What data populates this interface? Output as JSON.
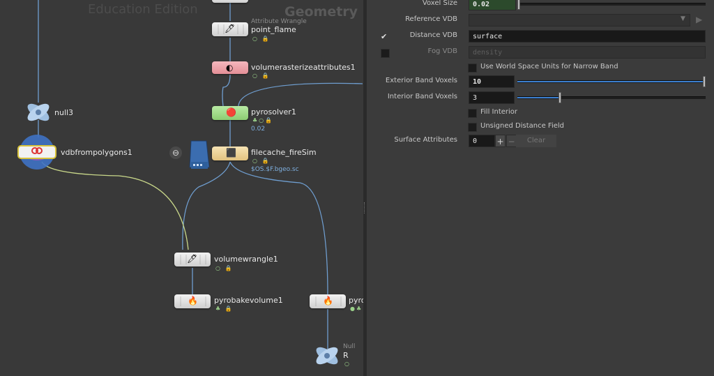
{
  "network": {
    "watermark": "Education Edition",
    "context_title": "Geometry",
    "nodes": {
      "point_flame": {
        "type": "Attribute Wrangle",
        "name": "point_flame"
      },
      "volumerasterize": {
        "name": "volumerasterizeattributes1"
      },
      "pyrosolver": {
        "name": "pyrosolver1",
        "value": "0.02"
      },
      "filecache": {
        "name": "filecache_fireSim",
        "value": "$OS.$F.bgeo.sc"
      },
      "null3": {
        "name": "null3"
      },
      "vdbfrompolygons": {
        "name": "vdbfrompolygons1"
      },
      "volumewrangle": {
        "name": "volumewrangle1"
      },
      "pyrobakevolume": {
        "name": "pyrobakevolume1"
      },
      "pyro_cut": {
        "name": "pyro"
      },
      "null_r": {
        "type": "Null",
        "name": "R"
      }
    },
    "colors": {
      "bg": "#393939",
      "wire": "#6f9ed0",
      "wire_active": "#c9d88a"
    }
  },
  "params": {
    "voxel_size": {
      "label": "Voxel Size",
      "value": "0.02"
    },
    "reference_vdb": {
      "label": "Reference VDB",
      "value": ""
    },
    "distance_vdb": {
      "label": "Distance VDB",
      "value": "surface",
      "checked": true
    },
    "fog_vdb": {
      "label": "Fog VDB",
      "placeholder": "density",
      "checked": false
    },
    "world_space": {
      "label": "Use World Space Units for Narrow Band"
    },
    "exterior_band": {
      "label": "Exterior Band Voxels",
      "value": "10"
    },
    "interior_band": {
      "label": "Interior Band Voxels",
      "value": "3"
    },
    "fill_interior": {
      "label": "Fill Interior"
    },
    "unsigned_distance": {
      "label": "Unsigned Distance Field"
    },
    "surface_attributes": {
      "label": "Surface Attributes",
      "value": "0",
      "plus": "+",
      "minus": "−",
      "clear": "Clear"
    },
    "check_mark": "✔",
    "menu_arrow": "▼",
    "jump_arrow": "▶"
  }
}
